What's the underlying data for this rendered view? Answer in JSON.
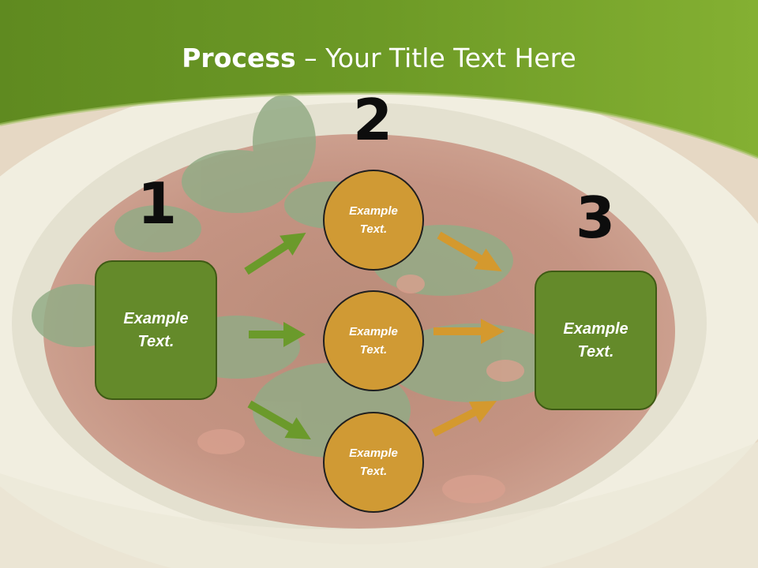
{
  "slide": {
    "title_bold": "Process",
    "title_rest": " – Your Title Text Here",
    "steps": [
      {
        "number": "1",
        "label": "Example Text."
      },
      {
        "number": "2",
        "label": "Example Text."
      },
      {
        "number": "3",
        "label": "Example Text."
      }
    ],
    "middle_circles": [
      {
        "label": "Example Text."
      },
      {
        "label": "Example Text."
      },
      {
        "label": "Example Text."
      }
    ]
  },
  "colors": {
    "header_green": "#6f9a24",
    "box_green": "#648a2a",
    "circle_gold": "#d09a34",
    "arrow_green": "#6b9a2b",
    "arrow_gold": "#d4992e"
  },
  "icons": [
    "arrow-right-icon"
  ]
}
